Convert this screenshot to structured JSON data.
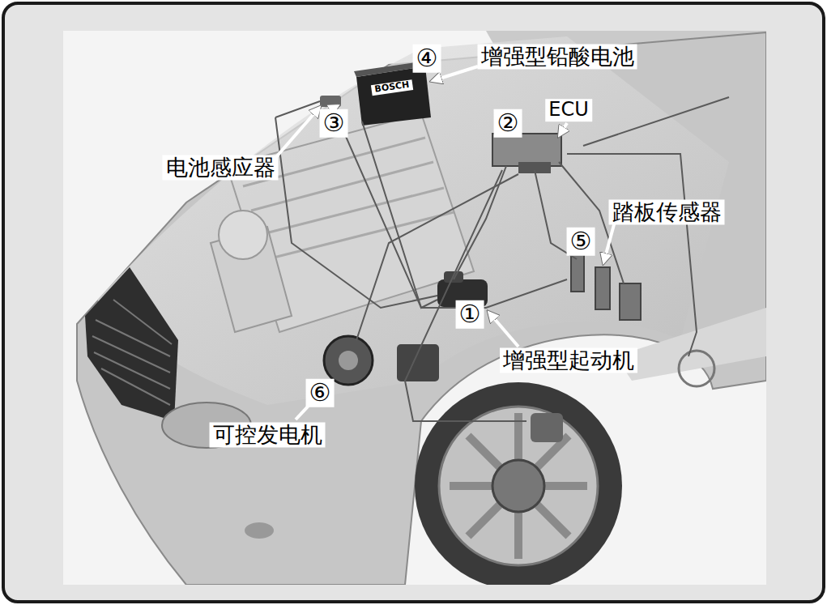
{
  "diagram": {
    "labels": [
      "④",
      "增强型铅酸电池",
      "BOSCH",
      "③",
      "②",
      "ECU",
      "电池感应器",
      "踏板传感器",
      "⑤",
      "①",
      "增强型起动机",
      "⑥",
      "可控发电机"
    ]
  }
}
